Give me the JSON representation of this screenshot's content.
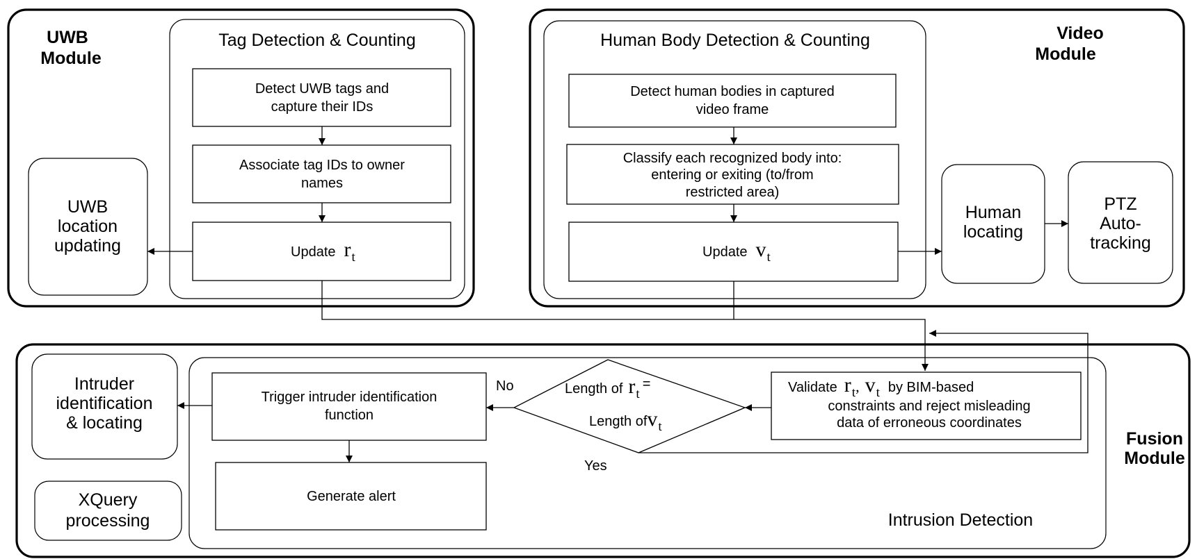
{
  "uwb": {
    "title_line1": "UWB",
    "title_line2": "Module",
    "section": "Tag Detection & Counting",
    "detect_line1": "Detect UWB tags and",
    "detect_line2": "capture their IDs",
    "associate_line1": "Associate tag IDs to owner",
    "associate_line2": "names",
    "update_label": "Update",
    "update_var": "r",
    "update_sub": "t",
    "location_line1": "UWB",
    "location_line2": "location",
    "location_line3": "updating"
  },
  "video": {
    "title_line1": "Video",
    "title_line2": "Module",
    "section": "Human Body Detection & Counting",
    "detect_line1": "Detect human bodies in captured",
    "detect_line2": "video frame",
    "classify_line1": "Classify each recognized body into:",
    "classify_line2": "entering or exiting (to/from",
    "classify_line3": "restricted area)",
    "update_label": "Update",
    "update_var": "v",
    "update_sub": "t",
    "locating_line1": "Human",
    "locating_line2": "locating",
    "ptz_line1": "PTZ",
    "ptz_line2": "Auto-",
    "ptz_line3": "tracking"
  },
  "fusion": {
    "title_line1": "Fusion",
    "title_line2": "Module",
    "section": "Intrusion Detection",
    "validate_label": "Validate",
    "validate_var1": "r",
    "validate_sub1": "t",
    "validate_comma": ",",
    "validate_var2": "v",
    "validate_sub2": "t",
    "validate_tail": "by BIM-based",
    "validate_line2": "constraints and reject misleading",
    "validate_line3": "data of erroneous coordinates",
    "decision_top": "Length of",
    "decision_var1": "r",
    "decision_sub1": "t",
    "decision_eq": "=",
    "decision_bottom": "Length of",
    "decision_var2": "v",
    "decision_sub2": "t",
    "no_label": "No",
    "yes_label": "Yes",
    "trigger_line1": "Trigger intruder identification",
    "trigger_line2": "function",
    "alert": "Generate alert",
    "intruder_line1": "Intruder",
    "intruder_line2": "identification",
    "intruder_line3": "& locating",
    "xquery_line1": "XQuery",
    "xquery_line2": "processing"
  }
}
